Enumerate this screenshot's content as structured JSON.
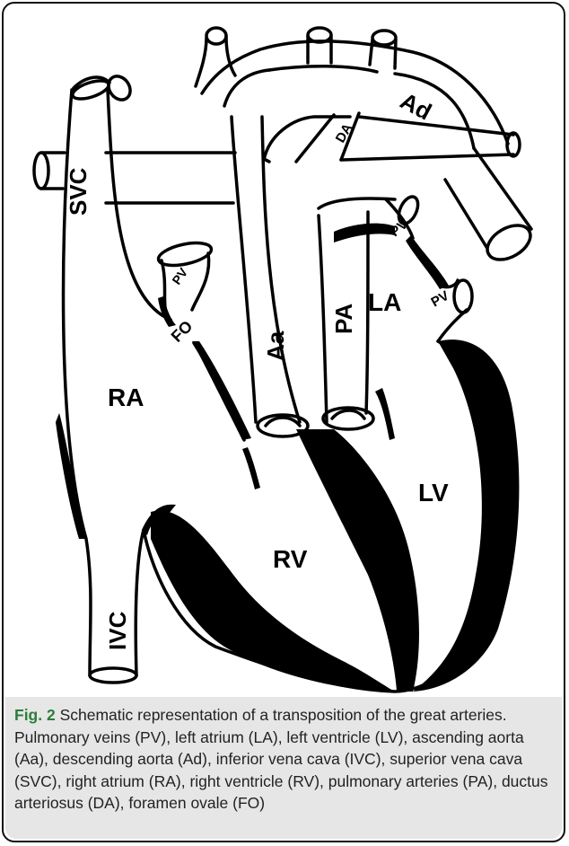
{
  "labels": {
    "svc": "SVC",
    "ivc": "IVC",
    "ra": "RA",
    "rv": "RV",
    "la": "LA",
    "lv": "LV",
    "aa": "Aa",
    "pa": "PA",
    "ad": "Ad",
    "da": "DA",
    "fo": "FO",
    "pv_right": "PV",
    "pv_left_upper": "PV",
    "pv_left_lower": "PV"
  },
  "caption": {
    "figure_number": "Fig. 2",
    "text": "Schematic representation of a transposition of the great arteries. Pulmonary veins (PV), left atrium (LA), left ventricle (LV), ascending aorta (Aa), descending aorta (Ad), inferior vena cava (IVC), superior vena cava (SVC), right atrium (RA), right ventricle (RV), pulmonary arteries (PA), ductus arteriosus (DA), foramen ovale (FO)"
  },
  "colors": {
    "figure_number": "#2c7d3a",
    "caption_background": "#e6e6e6",
    "ink": "#000000"
  }
}
